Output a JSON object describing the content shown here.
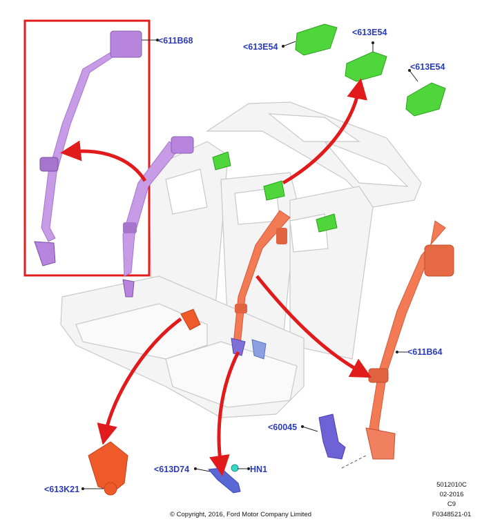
{
  "callouts": {
    "c1": "<611B68",
    "c2": "<613E54",
    "c3": "<613E54",
    "c4": "<613E54",
    "c5": "<611B64",
    "c6": "<60045",
    "c7": "<613D74",
    "c8": "HN1",
    "c9": "<613K21"
  },
  "footer": {
    "copyright": "© Copyright, 2016, Ford Motor Company Limited",
    "code1": "5012010C",
    "code2": "02-2016",
    "code3": "C9",
    "code4": "F0348521-01"
  },
  "colors": {
    "belt_purple": "#c79be6",
    "belt_orange": "#f27a55",
    "headrest_green": "#4fd63b",
    "arrow_red": "#e11b1b",
    "label_blue": "#2a3bb7",
    "seat_outline": "#c8c8c8"
  }
}
